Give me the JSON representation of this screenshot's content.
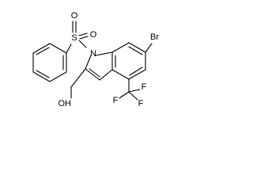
{
  "molecule": {
    "atom_labels": {
      "bromine": "Br",
      "sulfur": "S",
      "sulfonyl_oxygen_top": "O",
      "sulfonyl_oxygen_right": "O",
      "indole_nitrogen": "N",
      "hydroxyl": "OH",
      "fluorine_1": "F",
      "fluorine_2": "F",
      "fluorine_3": "F"
    }
  }
}
